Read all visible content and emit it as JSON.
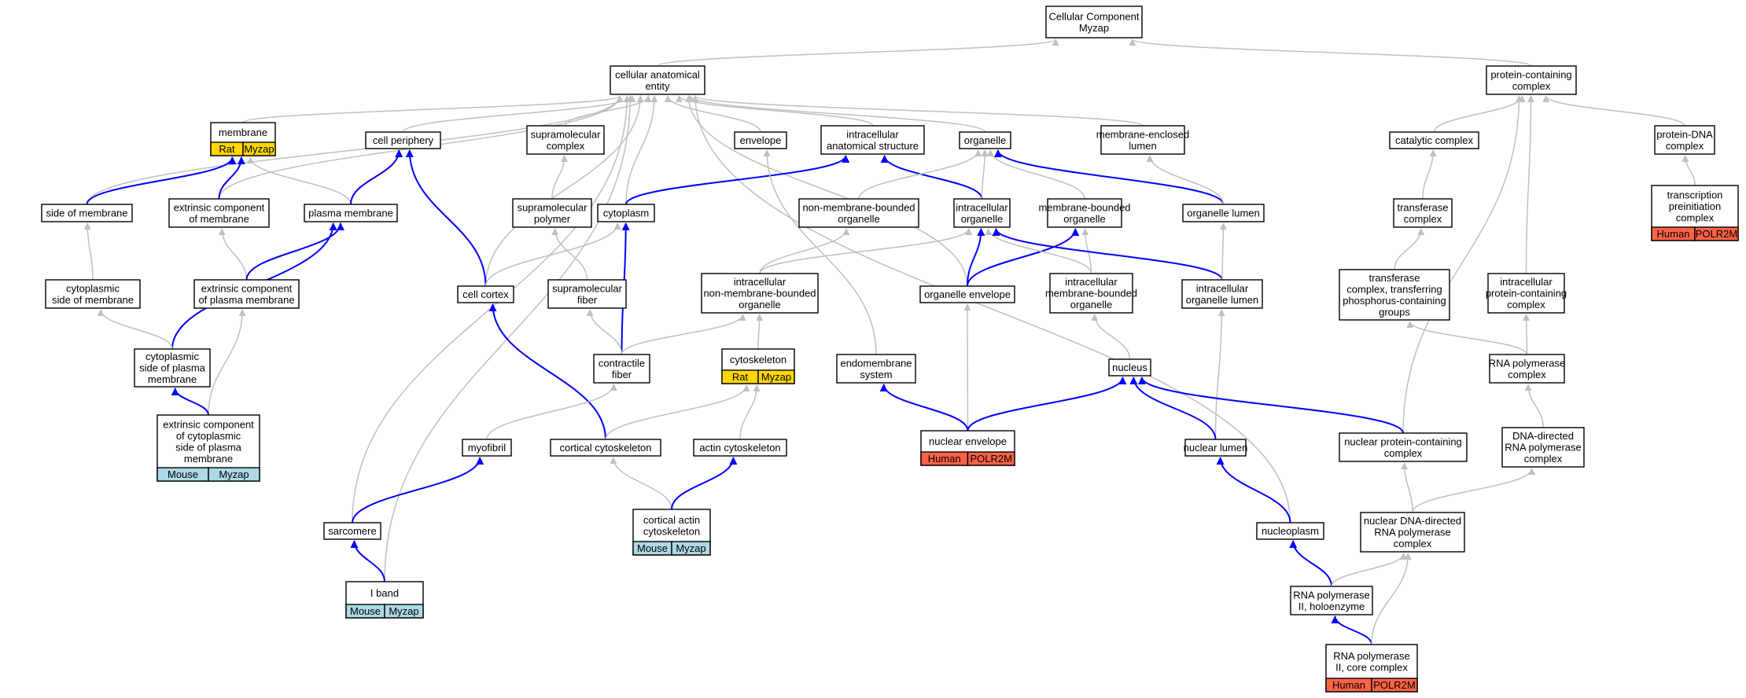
{
  "title": "Cellular Component Myzap",
  "colors": {
    "rat": "#ffd700",
    "mouse": "#add8e6",
    "human": "#ff6347",
    "edge_grey": "#c0c0c0",
    "edge_blue": "#0000ff"
  },
  "nodes": [
    {
      "id": "root",
      "lines": [
        "Cellular Component",
        "Myzap"
      ]
    },
    {
      "id": "cae",
      "lines": [
        "cellular anatomical",
        "entity"
      ]
    },
    {
      "id": "pcc",
      "lines": [
        "protein-containing",
        "complex"
      ]
    },
    {
      "id": "membrane",
      "lines": [
        "membrane"
      ],
      "badge": {
        "species": "Rat",
        "gene": "Myzap",
        "color": "rat"
      }
    },
    {
      "id": "cellper",
      "lines": [
        "cell periphery"
      ]
    },
    {
      "id": "supcomplex",
      "lines": [
        "supramolecular",
        "complex"
      ]
    },
    {
      "id": "envelope",
      "lines": [
        "envelope"
      ]
    },
    {
      "id": "ias",
      "lines": [
        "intracellular",
        "anatomical structure"
      ]
    },
    {
      "id": "organelle",
      "lines": [
        "organelle"
      ]
    },
    {
      "id": "mel",
      "lines": [
        "membrane-enclosed",
        "lumen"
      ]
    },
    {
      "id": "catcomplex",
      "lines": [
        "catalytic complex"
      ]
    },
    {
      "id": "pdna",
      "lines": [
        "protein-DNA",
        "complex"
      ]
    },
    {
      "id": "sidemem",
      "lines": [
        "side of membrane"
      ]
    },
    {
      "id": "extcompmem",
      "lines": [
        "extrinsic component",
        "of membrane"
      ]
    },
    {
      "id": "plasmamem",
      "lines": [
        "plasma membrane"
      ]
    },
    {
      "id": "suppolymer",
      "lines": [
        "supramolecular",
        "polymer"
      ]
    },
    {
      "id": "cytoplasm",
      "lines": [
        "cytoplasm"
      ]
    },
    {
      "id": "nmbo",
      "lines": [
        "non-membrane-bounded",
        "organelle"
      ]
    },
    {
      "id": "intorg",
      "lines": [
        "intracellular",
        "organelle"
      ]
    },
    {
      "id": "mbo",
      "lines": [
        "membrane-bounded",
        "organelle"
      ]
    },
    {
      "id": "orglumen",
      "lines": [
        "organelle lumen"
      ]
    },
    {
      "id": "transcomplex",
      "lines": [
        "transferase",
        "complex"
      ]
    },
    {
      "id": "tpic",
      "lines": [
        "transcription",
        "preinitiation",
        "complex"
      ],
      "badge": {
        "species": "Human",
        "gene": "POLR2M",
        "color": "human"
      }
    },
    {
      "id": "cytsidemem",
      "lines": [
        "cytoplasmic",
        "side of membrane"
      ]
    },
    {
      "id": "extcomppm",
      "lines": [
        "extrinsic component",
        "of plasma membrane"
      ]
    },
    {
      "id": "cellcortex",
      "lines": [
        "cell cortex"
      ]
    },
    {
      "id": "supfiber",
      "lines": [
        "supramolecular",
        "fiber"
      ]
    },
    {
      "id": "inmbo",
      "lines": [
        "intracellular",
        "non-membrane-bounded",
        "organelle"
      ]
    },
    {
      "id": "orgenv",
      "lines": [
        "organelle envelope"
      ]
    },
    {
      "id": "imbo",
      "lines": [
        "intracellular",
        "membrane-bounded",
        "organelle"
      ]
    },
    {
      "id": "iol",
      "lines": [
        "intracellular",
        "organelle lumen"
      ]
    },
    {
      "id": "tctp",
      "lines": [
        "transferase",
        "complex, transferring",
        "phosphorus-containing",
        "groups"
      ]
    },
    {
      "id": "ipcc",
      "lines": [
        "intracellular",
        "protein-containing",
        "complex"
      ]
    },
    {
      "id": "cspm",
      "lines": [
        "cytoplasmic",
        "side of plasma",
        "membrane"
      ]
    },
    {
      "id": "contrfiber",
      "lines": [
        "contractile",
        "fiber"
      ]
    },
    {
      "id": "cytoskeleton",
      "lines": [
        "cytoskeleton"
      ],
      "badge": {
        "species": "Rat",
        "gene": "Myzap",
        "color": "rat"
      }
    },
    {
      "id": "endomem",
      "lines": [
        "endomembrane",
        "system"
      ]
    },
    {
      "id": "nucleus",
      "lines": [
        "nucleus"
      ]
    },
    {
      "id": "rnapc",
      "lines": [
        "RNA polymerase",
        "complex"
      ]
    },
    {
      "id": "eccspm",
      "lines": [
        "extrinsic component",
        "of cytoplasmic",
        "side of plasma",
        "membrane"
      ],
      "badge": {
        "species": "Mouse",
        "gene": "Myzap",
        "color": "mouse"
      }
    },
    {
      "id": "myofibril",
      "lines": [
        "myofibril"
      ]
    },
    {
      "id": "cortcyto",
      "lines": [
        "cortical cytoskeleton"
      ]
    },
    {
      "id": "actincyto",
      "lines": [
        "actin cytoskeleton"
      ]
    },
    {
      "id": "nucenv",
      "lines": [
        "nuclear envelope"
      ],
      "badge": {
        "species": "Human",
        "gene": "POLR2M",
        "color": "human"
      }
    },
    {
      "id": "nuclumen",
      "lines": [
        "nuclear lumen"
      ]
    },
    {
      "id": "npcc",
      "lines": [
        "nuclear protein-containing",
        "complex"
      ]
    },
    {
      "id": "ddrnap",
      "lines": [
        "DNA-directed",
        "RNA polymerase",
        "complex"
      ]
    },
    {
      "id": "sarcomere",
      "lines": [
        "sarcomere"
      ]
    },
    {
      "id": "cortactin",
      "lines": [
        "cortical actin",
        "cytoskeleton"
      ],
      "badge": {
        "species": "Mouse",
        "gene": "Myzap",
        "color": "mouse"
      }
    },
    {
      "id": "nucleoplasm",
      "lines": [
        "nucleoplasm"
      ]
    },
    {
      "id": "ndrnap",
      "lines": [
        "nuclear DNA-directed",
        "RNA polymerase",
        "complex"
      ]
    },
    {
      "id": "iband",
      "lines": [
        "I band"
      ],
      "badge": {
        "species": "Mouse",
        "gene": "Myzap",
        "color": "mouse"
      }
    },
    {
      "id": "rnap2holo",
      "lines": [
        "RNA polymerase",
        "II, holoenzyme"
      ]
    },
    {
      "id": "rnap2core",
      "lines": [
        "RNA polymerase",
        "II, core complex"
      ],
      "badge": {
        "species": "Human",
        "gene": "POLR2M",
        "color": "human"
      }
    }
  ]
}
